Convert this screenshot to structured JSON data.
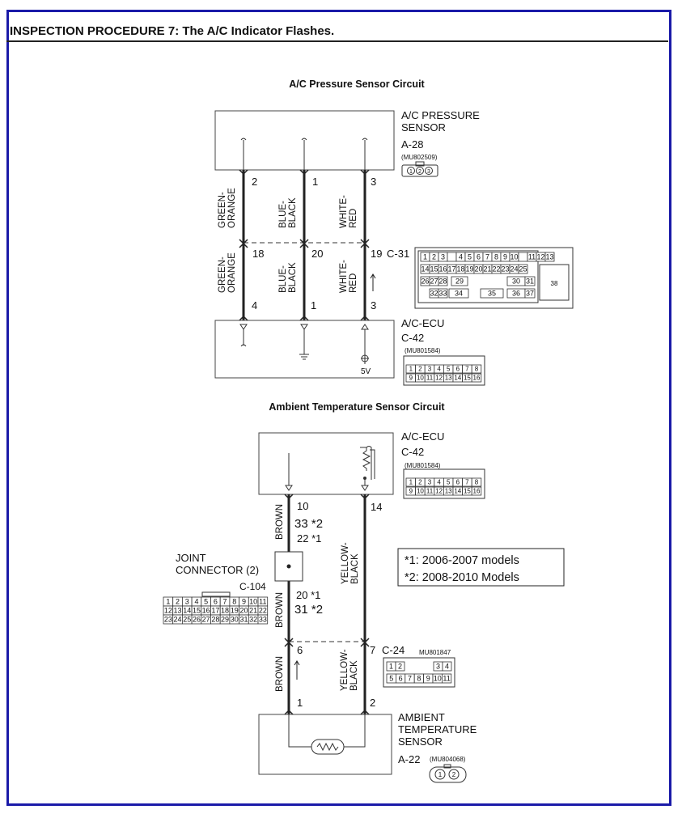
{
  "header": {
    "title": "INSPECTION PROCEDURE 7: The A/C Indicator Flashes."
  },
  "pressure_circuit": {
    "title": "A/C Pressure Sensor Circuit",
    "sensor": {
      "name_line1": "A/C PRESSURE",
      "name_line2": "SENSOR",
      "code": "A-28",
      "part": "(MU802509)"
    },
    "wires": [
      {
        "color_line1": "GREEN-",
        "color_line2": "ORANGE",
        "top_pin": "2",
        "mid_pin": "18",
        "bottom_pin": "4"
      },
      {
        "color_line1": "BLUE-",
        "color_line2": "BLACK",
        "top_pin": "1",
        "mid_pin": "20",
        "bottom_pin": "1"
      },
      {
        "color_line1": "WHITE-",
        "color_line2": "RED",
        "top_pin": "3",
        "mid_pin": "19",
        "bottom_pin": "3"
      }
    ],
    "connector": {
      "code": "C-31"
    },
    "c31_pins": {
      "row1": [
        "1",
        "2",
        "3",
        "4",
        "5",
        "6",
        "7",
        "8",
        "9",
        "10",
        "11",
        "12",
        "13"
      ],
      "row2": [
        "14",
        "15",
        "16",
        "17",
        "18",
        "19",
        "20",
        "21",
        "22",
        "23",
        "24",
        "25"
      ],
      "row3": [
        "26",
        "27",
        "28",
        "29",
        "30",
        "31"
      ],
      "row4": [
        "32",
        "33",
        "34",
        "35",
        "36",
        "37"
      ],
      "big": "38"
    },
    "ecu": {
      "name": "A/C-ECU",
      "code": "C-42",
      "part": "(MU801584)",
      "voltage": "5V"
    }
  },
  "c42_pins": {
    "row1": [
      "1",
      "2",
      "3",
      "4",
      "5",
      "6",
      "7",
      "8"
    ],
    "row2": [
      "9",
      "10",
      "11",
      "12",
      "13",
      "14",
      "15",
      "16"
    ]
  },
  "ambient_circuit": {
    "title": "Ambient Temperature Sensor Circuit",
    "ecu": {
      "name": "A/C-ECU",
      "code": "C-42",
      "part": "(MU801584)"
    },
    "left_wire": {
      "pin_top": "10",
      "alt_a": "33 *2",
      "alt_b": "22  *1",
      "color_top": "BROWN",
      "jc_out_a": "20  *1",
      "jc_out_b": "31 *2",
      "color_mid": "BROWN",
      "pin_c24": "6",
      "color_bottom": "BROWN",
      "pin_sensor": "1"
    },
    "right_wire": {
      "pin_top": "14",
      "color_line1": "YELLOW-",
      "color_line2": "BLACK",
      "pin_c24": "7",
      "color_bottom_line1": "YELLOW-",
      "color_bottom_line2": "BLACK",
      "pin_sensor": "2"
    },
    "joint_connector": {
      "name_line1": "JOINT",
      "name_line2": "CONNECTOR (2)",
      "code": "C-104"
    },
    "c104_pins": {
      "row1": [
        "1",
        "2",
        "3",
        "4",
        "5",
        "6",
        "7",
        "8",
        "9",
        "10",
        "11"
      ],
      "row2": [
        "12",
        "13",
        "14",
        "15",
        "16",
        "17",
        "18",
        "19",
        "20",
        "21",
        "22"
      ],
      "row3": [
        "23",
        "24",
        "25",
        "26",
        "27",
        "28",
        "29",
        "30",
        "31",
        "32",
        "33"
      ]
    },
    "c24": {
      "code": "C-24",
      "part": "MU801847",
      "row1": [
        "1",
        "2",
        "3",
        "4"
      ],
      "row2": [
        "5",
        "6",
        "7",
        "8",
        "9",
        "10",
        "11"
      ]
    },
    "notes": {
      "line1": "*1: 2006-2007 models",
      "line2": "*2: 2008-2010 Models"
    },
    "sensor": {
      "name_line1": "AMBIENT",
      "name_line2": "TEMPERATURE",
      "name_line3": "SENSOR",
      "code": "A-22",
      "part": "(MU804068)",
      "pins": [
        "1",
        "2"
      ]
    }
  },
  "a28_pins": [
    "1",
    "2",
    "3"
  ]
}
